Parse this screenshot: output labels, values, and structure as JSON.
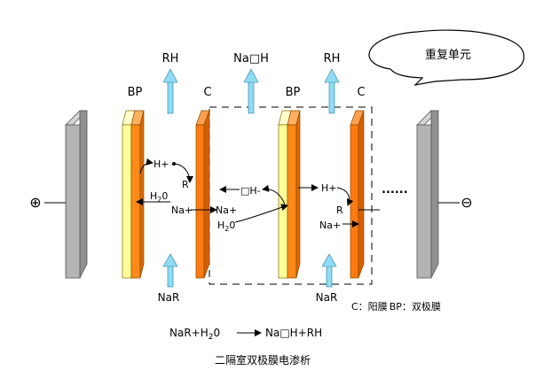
{
  "callout": "重复单元",
  "top_labels": {
    "rh_left": "RH",
    "naoh": "Na□H",
    "rh_right": "RH"
  },
  "membrane_labels": {
    "bp1": "BP",
    "c1": "C",
    "bp2": "BP",
    "c2": "C"
  },
  "bottom_labels": {
    "nar_left": "NaR",
    "nar_right": "NaR"
  },
  "ions": {
    "h_plus_1": "H+",
    "r_1": "R",
    "h2o_1": "H",
    "h2o_1_sub": "2",
    "h2o_1_tail": "0",
    "na_plus_1": "Na+",
    "na_plus_2": "Na+",
    "oh_minus": "□H-",
    "h2o_2": "H",
    "h2o_2_sub": "2",
    "h2o_2_tail": "0",
    "h_plus_2": "H+",
    "r_2": "R",
    "na_plus_3": "Na+",
    "dots": "......"
  },
  "electrodes": {
    "anode_symbol": "⊕",
    "cathode_symbol": "⊖"
  },
  "legend": {
    "c_part": "C：阳膜",
    "bp_part": "BP：双极膜"
  },
  "equation": {
    "left": "NaR+H",
    "left_sub": "2",
    "left_tail": "0",
    "right": "Na□H+RH"
  },
  "caption": "二隔室双极膜电渗析",
  "colors": {
    "electrode_face": "#b4b4b4",
    "electrode_side": "#909090",
    "bp_yellow": "#ffff99",
    "bp_orange": "#ff8a1a",
    "cation_orange": "#ff7a10",
    "arrow_blue": "#8fdcf5"
  }
}
